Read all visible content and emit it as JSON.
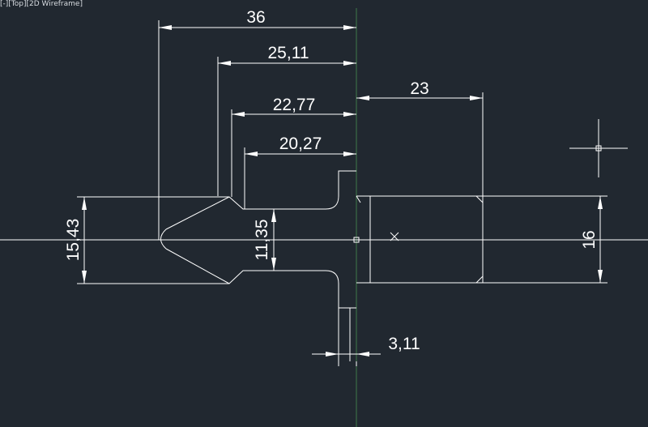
{
  "viewport": {
    "label": "[-][Top][2D Wireframe]"
  },
  "dimensions": {
    "d36": "36",
    "d25_11": "25,11",
    "d22_77": "22,77",
    "d20_27": "20,27",
    "d23": "23",
    "d15_43": "15,43",
    "d11_35": "11,35",
    "d16": "16",
    "d3_11": "3,11"
  },
  "colors": {
    "background": "#212830",
    "geometry": "#ffffff",
    "axis_green": "#3f7a4a"
  }
}
